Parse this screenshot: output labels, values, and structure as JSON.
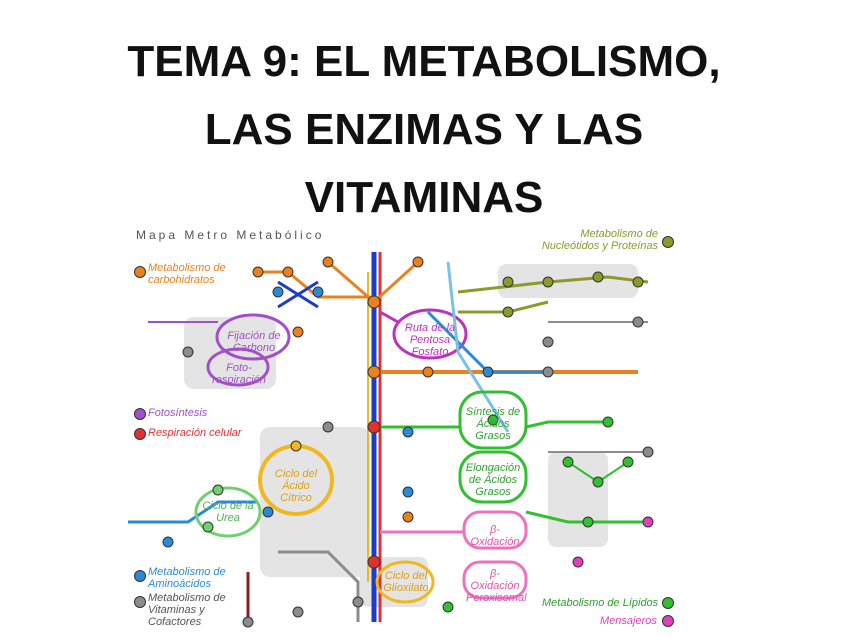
{
  "slide": {
    "title_lines": [
      "TEMA 9: EL METABOLISMO,",
      "LAS ENZIMAS Y LAS",
      "VITAMINAS"
    ]
  },
  "map": {
    "title": "Mapa Metro Metabólico",
    "legend": {
      "carbohidratos": "Metabolismo de carbohidratos",
      "fotosintesis": "Fotosíntesis",
      "respiracion": "Respiración celular",
      "aminoacidos": "Metabolismo de Aminoácidos",
      "vitaminas": "Metabolismo de Vitaminas y Cofactores",
      "nucleotidos": "Metabolismo de Nucleótidos y Proteínas",
      "lipidos": "Metabolismo de Lípidos",
      "mensajeros": "Mensajeros"
    },
    "cycles": {
      "fijacion": "Fijación de Carbono",
      "fotorespiracion": "Foto-respiración",
      "pentosa": "Ruta de la Pentosa Fosfato",
      "acido_citrico": "Ciclo del Ácido Cítrico",
      "urea": "Ciclo de la Urea",
      "sintesis": "Síntesis de Ácidos Grasos",
      "elongacion": "Elongación de Ácidos Grasos",
      "beta": "β-Oxidación",
      "beta_perox": "β-Oxidación Peroxisomal",
      "glioxilato": "Ciclo del Glioxilato"
    },
    "colors": {
      "carbohidratos": "#e8821e",
      "fotosintesis": "#a050c8",
      "respiracion": "#e03030",
      "aminoacidos": "#2a8ad4",
      "vitaminas": "#8c8c8c",
      "nucleotidos": "#8c9a2a",
      "lipidos": "#30c030",
      "mensajeros": "#e040c0",
      "glucolisis": "#1a3cc8",
      "citrico": "#f0b820"
    }
  }
}
